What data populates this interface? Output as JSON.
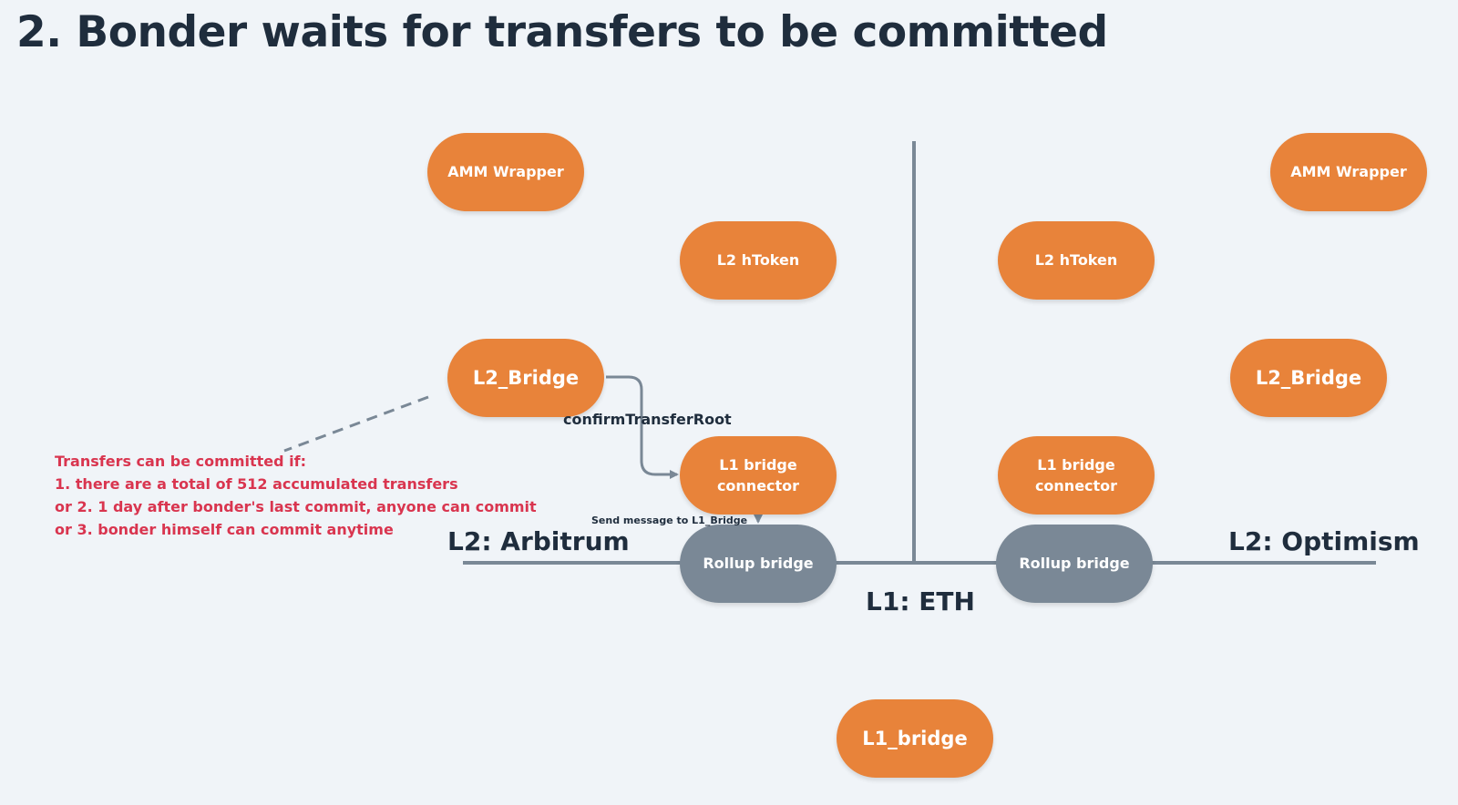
{
  "title": "2. Bonder waits for transfers to be committed",
  "colors": {
    "background": "#f0f4f8",
    "contract_orange": "#e8833a",
    "rollup_gray": "#7a8896",
    "line_gray": "#7a8896",
    "note_red": "#d9354f",
    "text_dark": "#1f2d3d"
  },
  "regions": {
    "left": "L2: Arbitrum",
    "center": "L1: ETH",
    "right": "L2: Optimism"
  },
  "left_nodes": {
    "amm_wrapper": "AMM Wrapper",
    "l2_htoken": "L2 hToken",
    "l2_bridge": "L2_Bridge",
    "l1_bridge_connector": [
      "L1 bridge",
      "connector"
    ],
    "rollup_bridge": "Rollup bridge"
  },
  "right_nodes": {
    "amm_wrapper": "AMM Wrapper",
    "l2_htoken": "L2 hToken",
    "l2_bridge": "L2_Bridge",
    "l1_bridge_connector": [
      "L1 bridge",
      "connector"
    ],
    "rollup_bridge": "Rollup bridge"
  },
  "l1_bridge": "L1_bridge",
  "edges": {
    "confirm_label": "confirmTransferRoot",
    "send_label": "Send message to L1_Bridge"
  },
  "note": {
    "lines": [
      "Transfers can be committed if:",
      "1. there are a total of 512 accumulated transfers",
      "or 2. 1 day after bonder's last commit, anyone can commit",
      "or 3. bonder himself can commit anytime"
    ]
  }
}
